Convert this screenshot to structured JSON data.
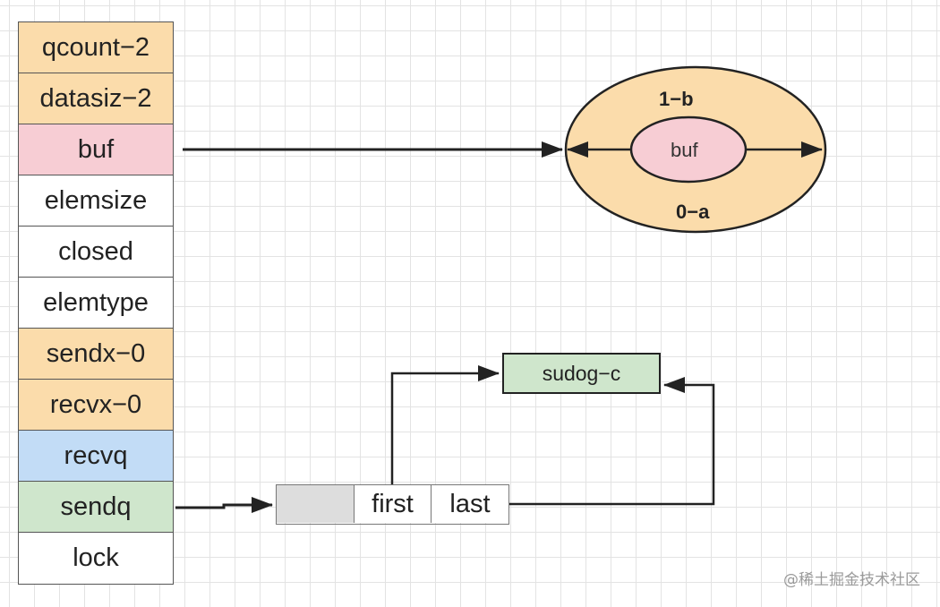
{
  "hchan_fields": [
    {
      "label": "qcount−2",
      "color": "orange"
    },
    {
      "label": "datasiz−2",
      "color": "orange"
    },
    {
      "label": "buf",
      "color": "pink"
    },
    {
      "label": "elemsize",
      "color": "white"
    },
    {
      "label": "closed",
      "color": "white"
    },
    {
      "label": "elemtype",
      "color": "white"
    },
    {
      "label": "sendx−0",
      "color": "orange"
    },
    {
      "label": "recvx−0",
      "color": "orange"
    },
    {
      "label": "recvq",
      "color": "blue"
    },
    {
      "label": "sendq",
      "color": "green"
    },
    {
      "label": "lock",
      "color": "white"
    }
  ],
  "ring_buffer": {
    "top_label": "1−b",
    "bottom_label": "0−a",
    "center_label": "buf"
  },
  "wait_queue": {
    "first_label": "first",
    "last_label": "last"
  },
  "sudog": {
    "label": "sudog−c"
  },
  "watermark": "@稀土掘金技术社区",
  "colors": {
    "orange": "#fbdcab",
    "pink": "#f7cdd4",
    "white": "#ffffff",
    "blue": "#c2dcf6",
    "green": "#cfe6cc",
    "queue_blank": "#dddddd"
  }
}
